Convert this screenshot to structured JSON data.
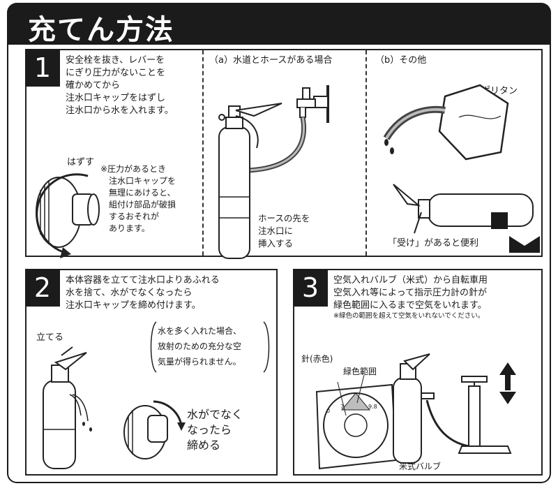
{
  "title": "充てん方法",
  "step1": {
    "number": "1",
    "instruction": "安全栓を抜き、レバーを\nにぎり圧力がないことを\n確かめてから\n注水口キャップをはずし\n注水口から水を入れます。",
    "remove_label": "はずす",
    "caution": "※圧力があるとき\n　注水口キャップを\n　無理にあけると、\n　組付け部品が破損\n　するおそれが\n　あります。",
    "case_a_title": "（a）水道とホースがある場合",
    "hose_note": "ホースの先を\n注水口に\n挿入する",
    "case_b_title": "（b）その他",
    "tank_label": "ポリタン",
    "receiver_note": "「受け」があると便利"
  },
  "step2": {
    "number": "2",
    "instruction": "本体容器を立てて注水口よりあふれる\n水を捨て、水がでなくなったら\n注水口キャップを締め付けます。",
    "stand_label": "立てる",
    "overfill_note": "水を多く入れた場合、\n放射のための充分な空\n気量が得られません。",
    "tighten_note": "水がでなく\nなったら\n締める"
  },
  "step3": {
    "number": "3",
    "instruction": "空気入れバルブ（米式）から自転車用\n空気入れ等によって指示圧力計の針が\n緑色範囲に入るまで空気をいれます。",
    "fine_print": "※緑色の範囲を超えて空気をいれないでください。",
    "needle_label": "針(赤色)",
    "green_label": "緑色範囲",
    "gauge_ticks": [
      "0",
      "7",
      "9.8"
    ],
    "valve_label": "米式バルブ"
  }
}
